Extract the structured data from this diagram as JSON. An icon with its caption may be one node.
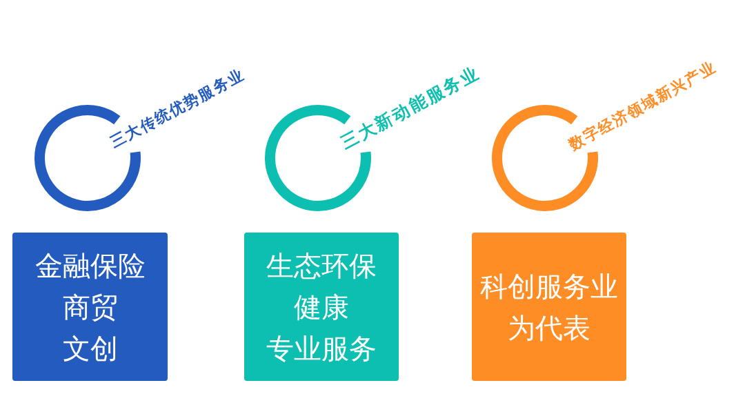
{
  "diagram": {
    "nodes": [
      {
        "text": [
          "三大传统优势服务业"
        ]
      },
      {
        "text": [
          "三大新动能服务业"
        ]
      },
      {
        "text": [
          "数字经济领域新兴产业"
        ]
      },
      {
        "text": [
          "金融保险",
          "商贸",
          "文创"
        ]
      },
      {
        "text": [
          "生态环保",
          "健康",
          "专业服务"
        ]
      },
      {
        "text": [
          "科创服务业为代表"
        ]
      }
    ]
  }
}
